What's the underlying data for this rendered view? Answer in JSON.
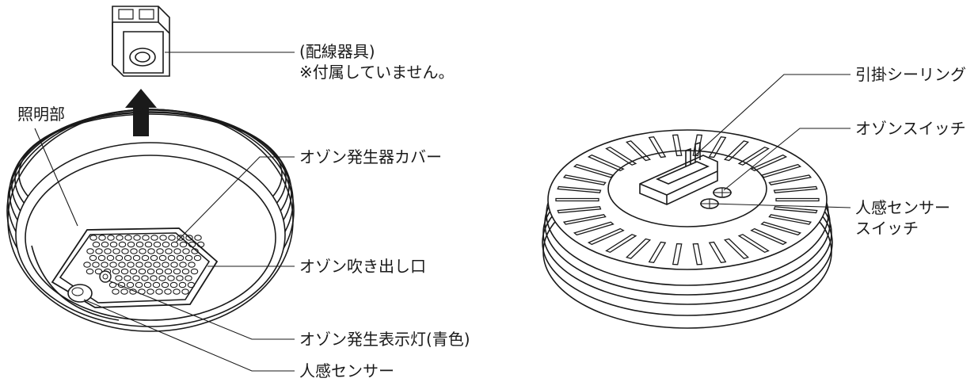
{
  "labels": {
    "fixture": "(配線器具)",
    "fixture_note": "※付属していません。",
    "lighting": "照明部",
    "cover": "オゾン発生器カバー",
    "outlet": "オゾン吹き出し口",
    "indicator": "オゾン発生表示灯(青色)",
    "sensor": "人感センサー",
    "ceiling": "引掛シーリング",
    "ozone_switch": "オゾンスイッチ",
    "sensor_switch_1": "人感センサー",
    "sensor_switch_2": "スイッチ"
  },
  "colors": {
    "line": "#1a1a1a",
    "background": "#ffffff"
  }
}
